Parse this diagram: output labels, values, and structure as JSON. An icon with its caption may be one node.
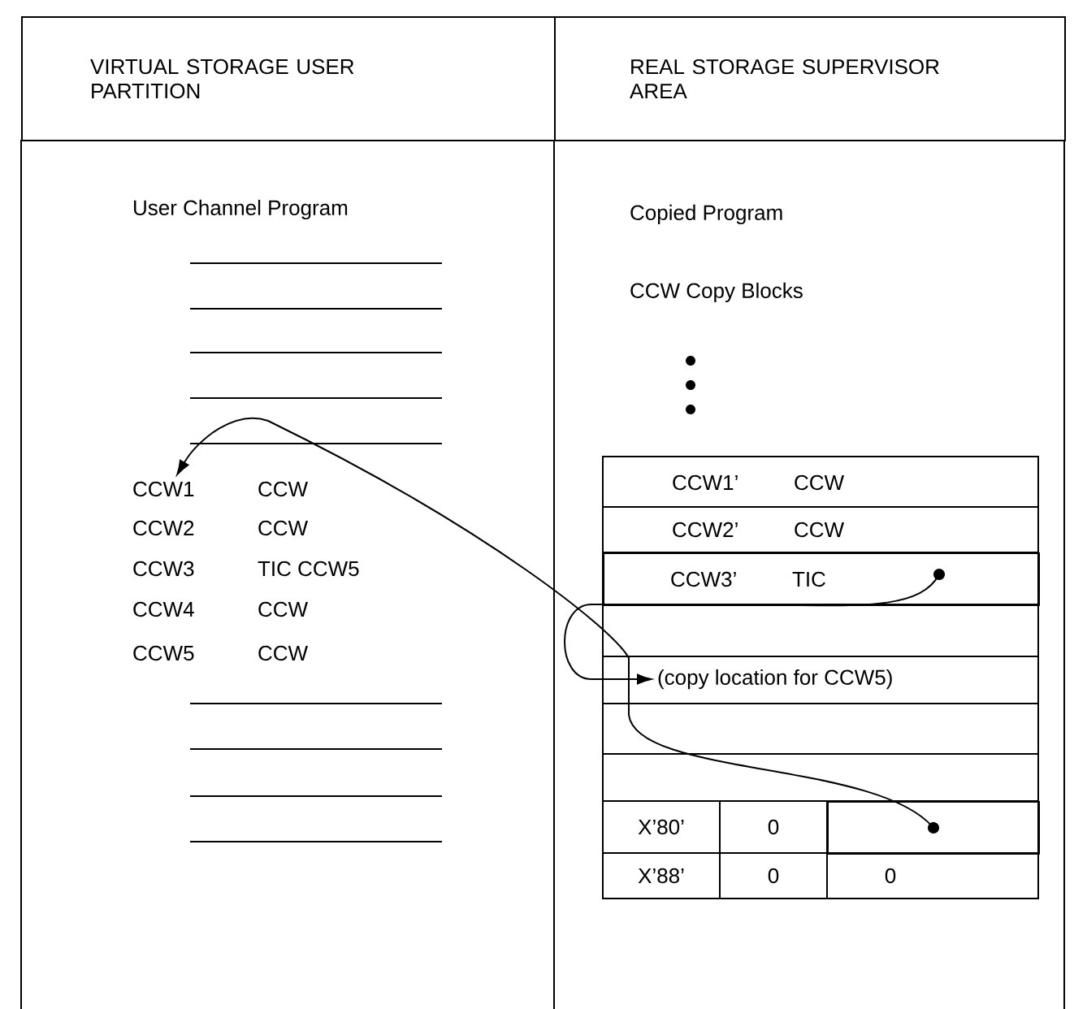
{
  "diagram": {
    "nodes": [
      {
        "text": [
          "VIRTUAL STORAGE USER PARTITION"
        ]
      },
      {
        "text": [
          "REAL STORAGE SUPERVISOR AREA"
        ]
      },
      {
        "text": [
          "CCW1",
          "CCW"
        ]
      },
      {
        "text": [
          "CCW3’",
          "TIC"
        ]
      },
      {
        "text": [
          "(copy location for CCW5)"
        ]
      },
      {
        "text": [],
        "shape": "box"
      }
    ],
    "edges": [
      {
        "from": 5,
        "to": 2,
        "arrow": "to"
      },
      {
        "from": 3,
        "to": 4,
        "arrow": "to"
      }
    ],
    "labels": [
      "User Channel Program",
      "CCW2",
      "CCW",
      "CCW3",
      "TIC CCW5",
      "CCW4",
      "CCW",
      "CCW5",
      "CCW",
      "Copied Program",
      "CCW Copy Blocks",
      "CCW1’",
      "CCW",
      "CCW2’",
      "CCW",
      "X’80’",
      "0",
      "X’88’",
      "0",
      "0"
    ]
  }
}
